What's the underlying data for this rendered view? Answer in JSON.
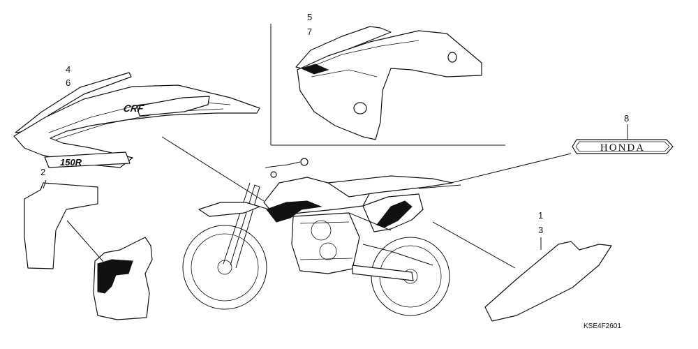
{
  "callouts": {
    "c1": "1",
    "c2": "2",
    "c3": "3",
    "c4": "4",
    "c5": "5",
    "c6": "6",
    "c7": "7",
    "c8": "8"
  },
  "emblem_text": "HONDA",
  "decal_text": {
    "shroud": "CRF",
    "model": "150R"
  },
  "diagram_code": "KSE4F2601"
}
